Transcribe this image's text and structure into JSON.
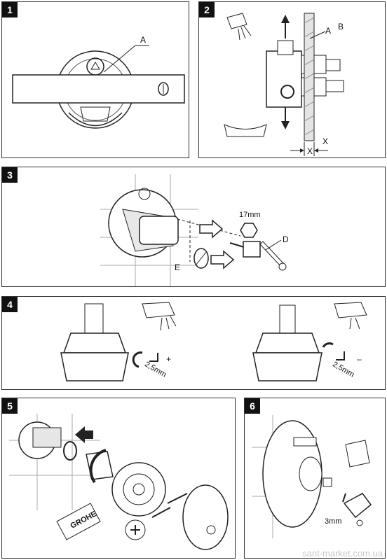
{
  "panels": [
    {
      "number": "1",
      "labels": {
        "a": "A"
      }
    },
    {
      "number": "2",
      "labels": {
        "a": "A",
        "b": "B",
        "x1": "X",
        "x2": "X"
      }
    },
    {
      "number": "3",
      "labels": {
        "size": "17mm",
        "d": "D",
        "e": "E"
      }
    },
    {
      "number": "4",
      "labels": {
        "left_size": "2,5mm",
        "plus": "+",
        "right_size": "2,5mm",
        "minus": "–"
      }
    },
    {
      "number": "5",
      "labels": {
        "brand": "GROHE"
      }
    },
    {
      "number": "6",
      "labels": {
        "size": "3mm"
      }
    }
  ],
  "watermark": "sant-market.com.ua"
}
